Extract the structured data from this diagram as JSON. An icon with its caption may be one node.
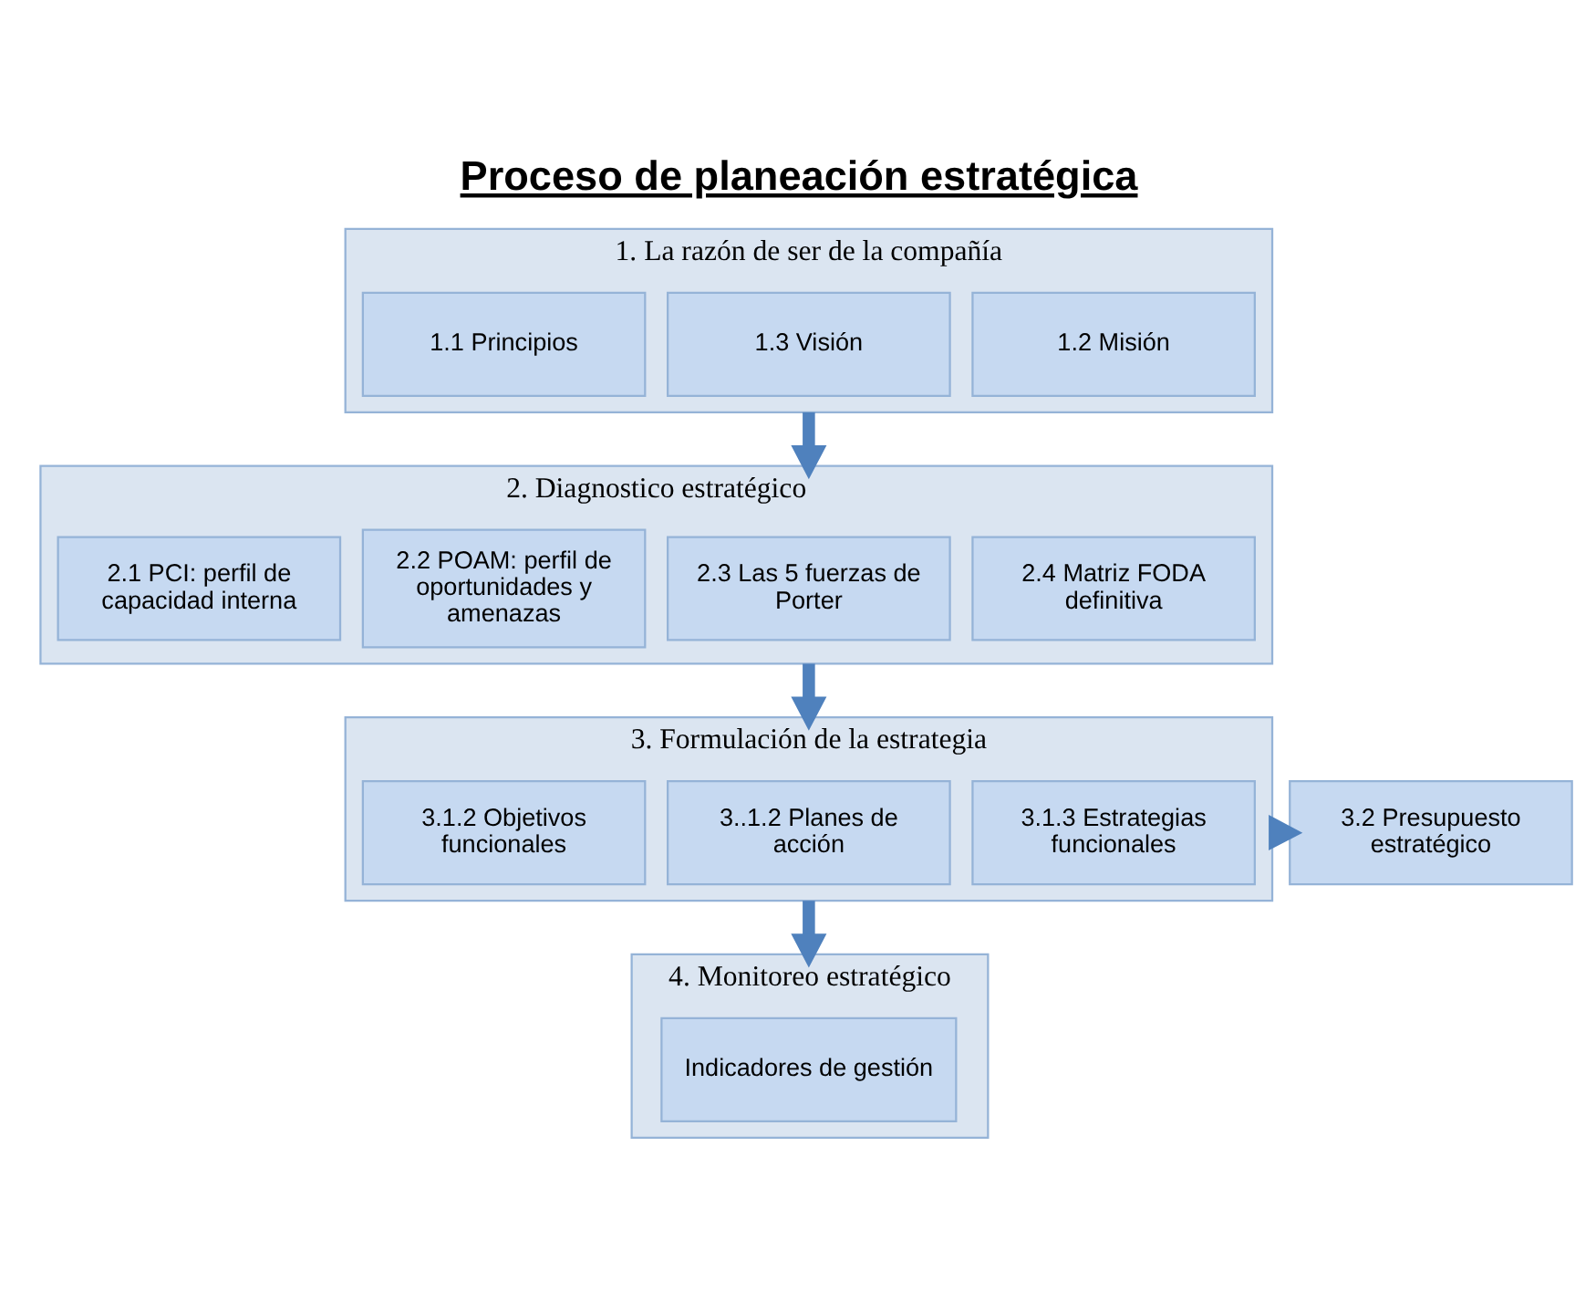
{
  "diagram": {
    "title": "Proceso de planeación estratégica",
    "nodes": [
      {
        "text": [
          "1. La razón de ser de la compañía"
        ]
      },
      {
        "text": [
          "1.1 Principios"
        ],
        "in": 0
      },
      {
        "text": [
          "1.3 Visión"
        ],
        "in": 0
      },
      {
        "text": [
          "1.2 Misión"
        ],
        "in": 0
      },
      {
        "text": [
          "2. Diagnostico estratégico"
        ]
      },
      {
        "text": [
          "2.1 PCI: perfil de capacidad interna"
        ],
        "in": 4
      },
      {
        "text": [
          "2.2 POAM: perfil de oportunidades y amenazas"
        ],
        "in": 4
      },
      {
        "text": [
          "2.3 Las 5 fuerzas de Porter"
        ],
        "in": 4
      },
      {
        "text": [
          "2.4 Matriz FODA definitiva"
        ],
        "in": 4
      },
      {
        "text": [
          "3. Formulación de la estrategia"
        ]
      },
      {
        "text": [
          "3.1.2 Objetivos funcionales"
        ],
        "in": 9
      },
      {
        "text": [
          "3..1.2 Planes de acción"
        ],
        "in": 9
      },
      {
        "text": [
          "3.1.3 Estrategias funcionales"
        ],
        "in": 9
      },
      {
        "text": [
          "3.2 Presupuesto estratégico"
        ]
      },
      {
        "text": [
          "4. Monitoreo estratégico"
        ]
      },
      {
        "text": [
          "Indicadores de gestión"
        ],
        "in": 14
      }
    ],
    "edges": [
      {
        "from": 0,
        "to": 4,
        "arrow": "to"
      },
      {
        "from": 4,
        "to": 9,
        "arrow": "to"
      },
      {
        "from": 9,
        "to": 13,
        "arrow": "to"
      },
      {
        "from": 9,
        "to": 14,
        "arrow": "to"
      }
    ]
  }
}
